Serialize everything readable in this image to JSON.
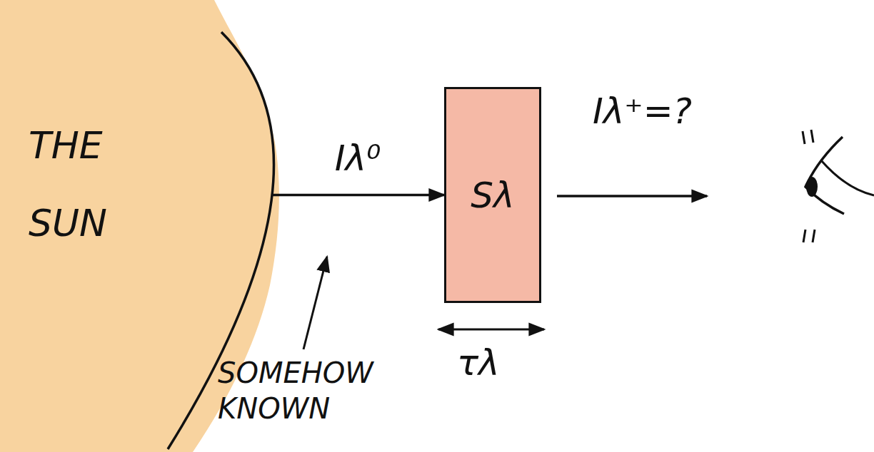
{
  "diagram": {
    "nodes": [
      {
        "text": [
          "THE SUN"
        ]
      },
      {
        "text": [
          "Sλ"
        ]
      }
    ],
    "edges": [
      {
        "from": 0,
        "to": 1,
        "arrow": "to",
        "label": "Iλ⁰"
      }
    ],
    "labels": [
      "Iλ⁺=?",
      "τλ",
      "SOMEHOW KNOWN"
    ]
  }
}
